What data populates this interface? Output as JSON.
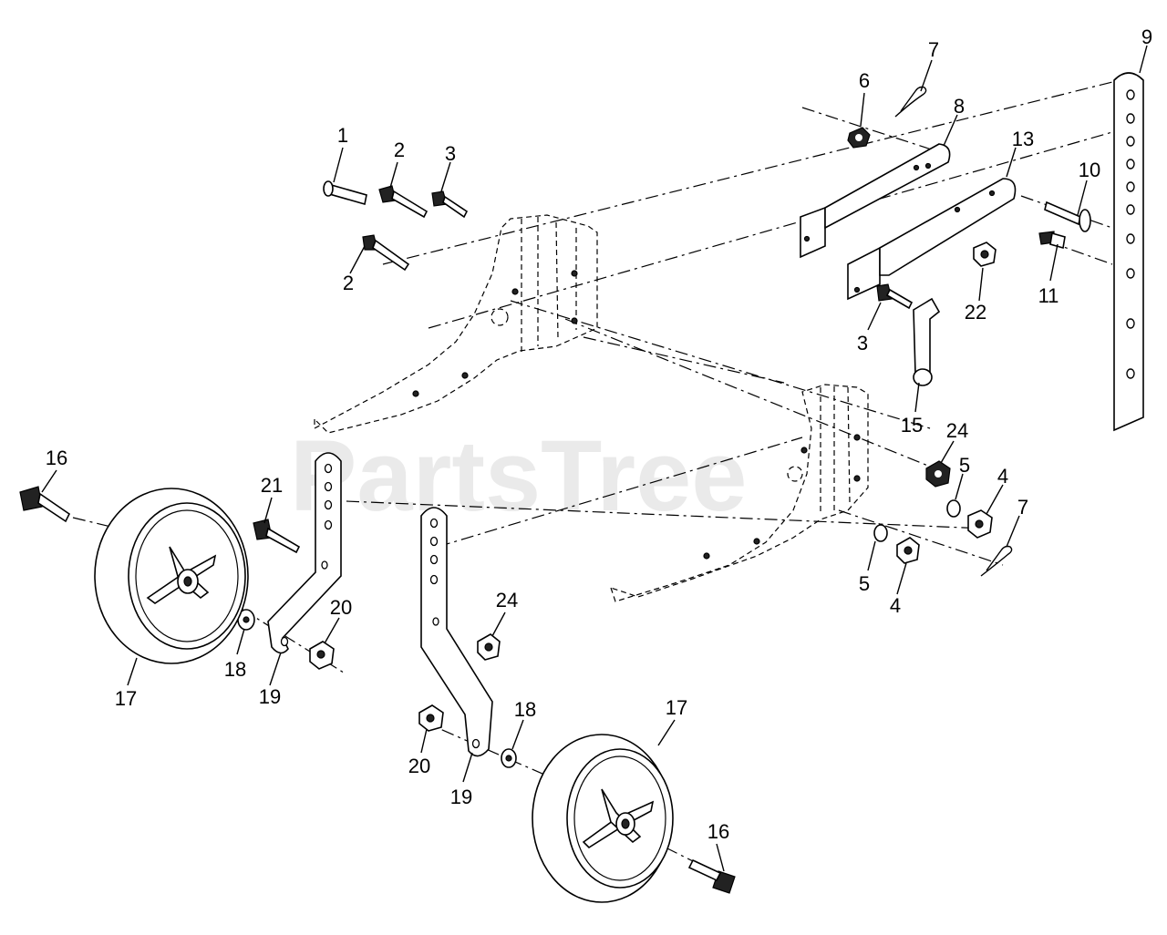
{
  "watermark": "PartsTree",
  "callouts": [
    "1",
    "2",
    "3",
    "2",
    "6",
    "7",
    "8",
    "13",
    "9",
    "10",
    "11",
    "22",
    "3",
    "15",
    "24",
    "5",
    "4",
    "7",
    "5",
    "4",
    "16",
    "21",
    "20",
    "18",
    "19",
    "17",
    "24",
    "18",
    "20",
    "19",
    "17",
    "16"
  ]
}
